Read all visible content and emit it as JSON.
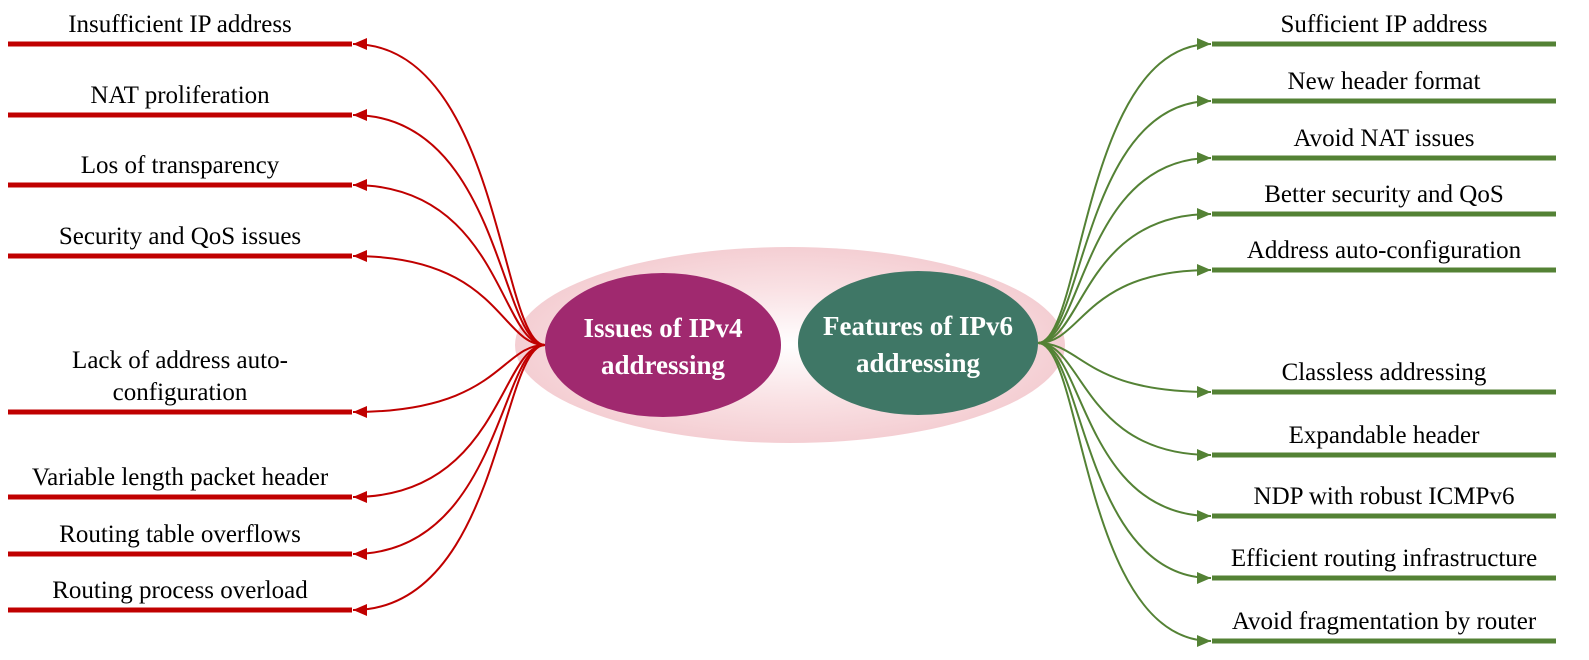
{
  "colors": {
    "left": "#c00000",
    "right": "#548235",
    "left_hub": "#a0296f",
    "right_hub": "#3f7766",
    "halo": "#f6d6d9"
  },
  "left_hub": {
    "line1": "Issues of IPv4",
    "line2": "addressing"
  },
  "right_hub": {
    "line1": "Features of IPv6",
    "line2": "addressing"
  },
  "left_items": [
    {
      "lines": [
        "Insufficient IP address"
      ]
    },
    {
      "lines": [
        "NAT proliferation"
      ]
    },
    {
      "lines": [
        "Los of transparency"
      ]
    },
    {
      "lines": [
        "Security and QoS issues"
      ]
    },
    {
      "lines": [
        "Lack of address auto-",
        "configuration"
      ]
    },
    {
      "lines": [
        "Variable length packet header"
      ]
    },
    {
      "lines": [
        "Routing table overflows"
      ]
    },
    {
      "lines": [
        "Routing process overload"
      ]
    }
  ],
  "right_items": [
    {
      "lines": [
        "Sufficient IP address"
      ]
    },
    {
      "lines": [
        "New header format"
      ]
    },
    {
      "lines": [
        "Avoid NAT issues"
      ]
    },
    {
      "lines": [
        "Better security and QoS"
      ]
    },
    {
      "lines": [
        "Address auto-configuration"
      ]
    },
    {
      "lines": [
        "Classless addressing"
      ]
    },
    {
      "lines": [
        "Expandable header"
      ]
    },
    {
      "lines": [
        "NDP with robust ICMPv6"
      ]
    },
    {
      "lines": [
        "Efficient routing infrastructure"
      ]
    },
    {
      "lines": [
        "Avoid fragmentation by router"
      ]
    }
  ]
}
